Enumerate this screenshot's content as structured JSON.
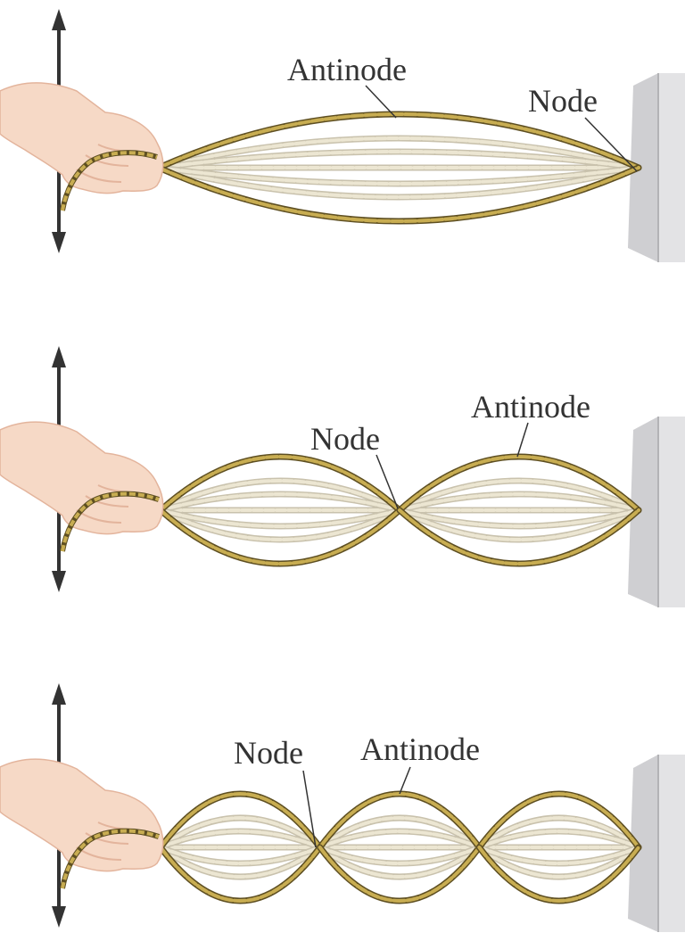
{
  "panels": [
    {
      "loops": 1,
      "labels": {
        "antinode": "Antinode",
        "node": "Node"
      }
    },
    {
      "loops": 2,
      "labels": {
        "node": "Node",
        "antinode": "Antinode"
      }
    },
    {
      "loops": 3,
      "labels": {
        "node": "Node",
        "antinode": "Antinode"
      }
    }
  ],
  "colors": {
    "string": "#c8ad52",
    "string_dark": "#5e4f22",
    "ghost": "#ece6d2",
    "ghost_edge": "#c9c2ad",
    "wall_face": "#e3e3e5",
    "wall_edge": "#b3b3b6",
    "arrow": "#333333",
    "skin": "#f6d9c6",
    "skin_shadow": "#e3b49c"
  },
  "icons": {
    "arrow": "double-headed-vertical-arrow",
    "hand": "hand-holding-rope",
    "wall": "fixed-wall-support"
  }
}
